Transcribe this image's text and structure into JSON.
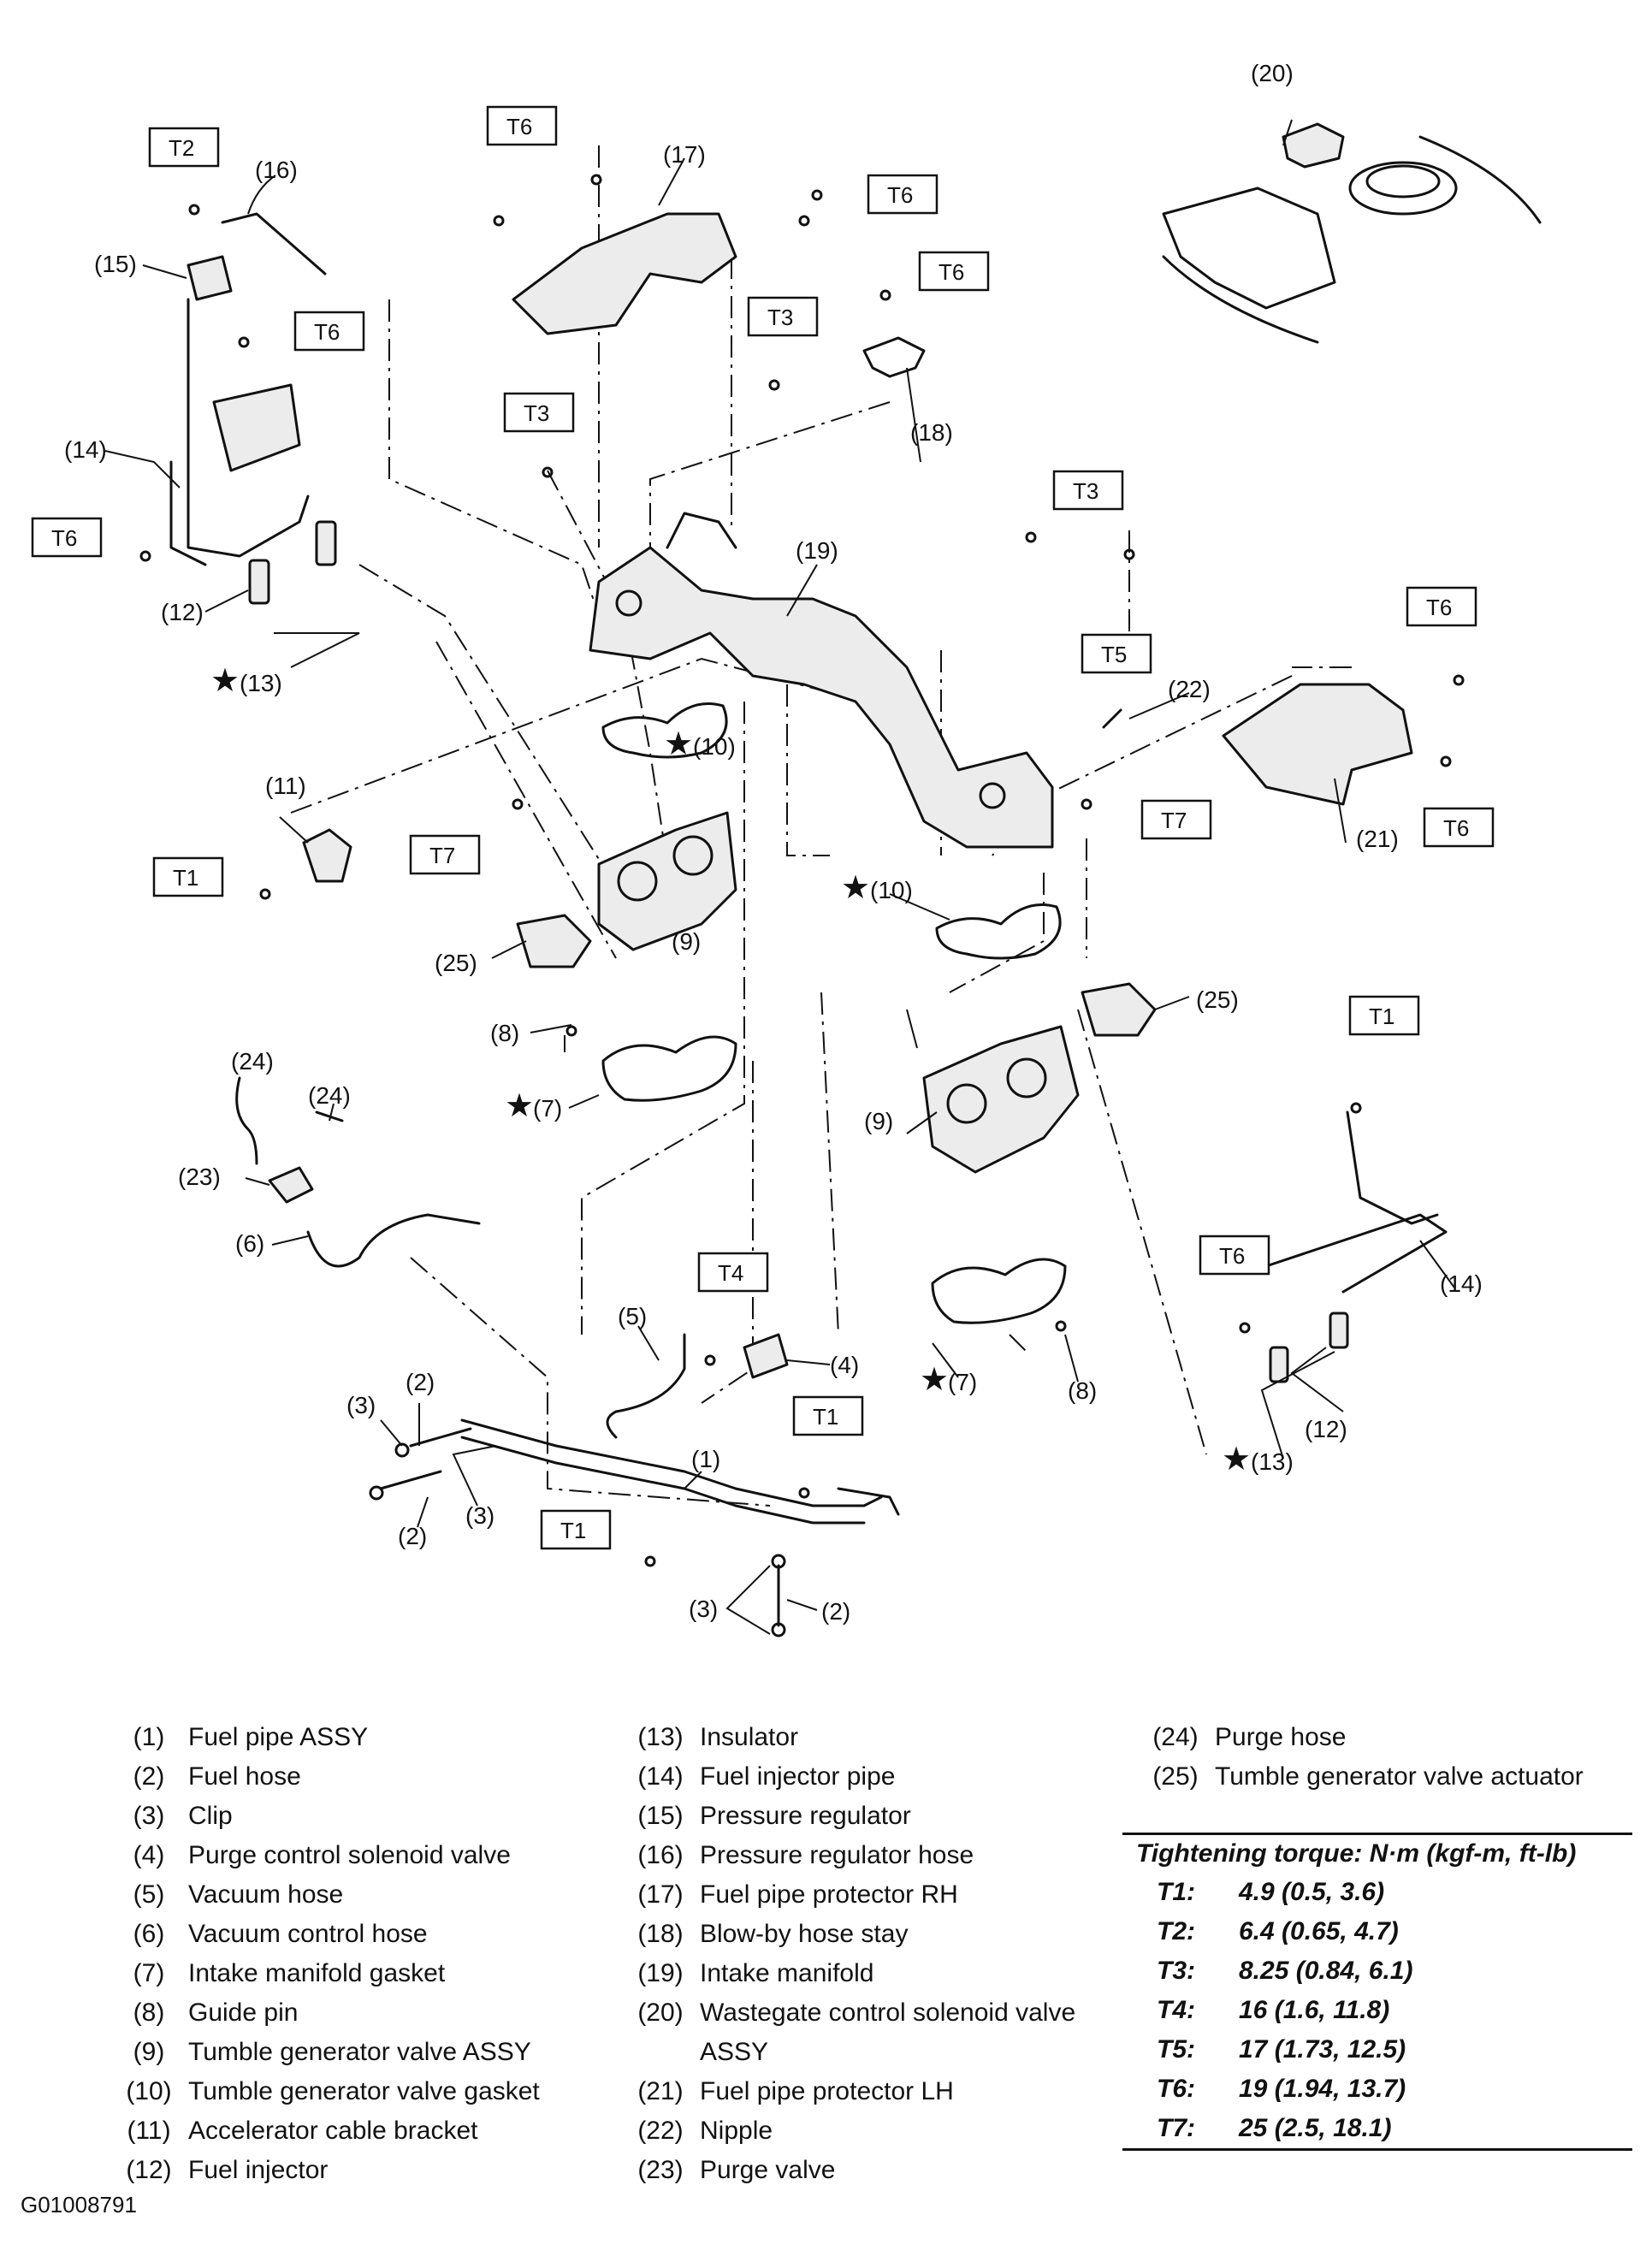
{
  "callouts": {
    "c1": "(1)",
    "c2": "(2)",
    "c3": "(3)",
    "c4": "(4)",
    "c5": "(5)",
    "c6": "(6)",
    "c7": "(7)",
    "c8": "(8)",
    "c9": "(9)",
    "c10": "(10)",
    "c11": "(11)",
    "c12": "(12)",
    "c13": "(13)",
    "c14": "(14)",
    "c15": "(15)",
    "c16": "(16)",
    "c17": "(17)",
    "c18": "(18)",
    "c19": "(19)",
    "c20": "(20)",
    "c21": "(21)",
    "c22": "(22)",
    "c23": "(23)",
    "c24": "(24)",
    "c25": "(25)"
  },
  "torque_tags": {
    "t1": "T1",
    "t2": "T2",
    "t3": "T3",
    "t4": "T4",
    "t5": "T5",
    "t6": "T6",
    "t7": "T7"
  },
  "star_symbol": "★",
  "legend": [
    {
      "num": "(1)",
      "name": "Fuel pipe ASSY"
    },
    {
      "num": "(2)",
      "name": "Fuel hose"
    },
    {
      "num": "(3)",
      "name": "Clip"
    },
    {
      "num": "(4)",
      "name": "Purge control solenoid valve"
    },
    {
      "num": "(5)",
      "name": "Vacuum hose"
    },
    {
      "num": "(6)",
      "name": "Vacuum control hose"
    },
    {
      "num": "(7)",
      "name": "Intake manifold gasket"
    },
    {
      "num": "(8)",
      "name": "Guide pin"
    },
    {
      "num": "(9)",
      "name": "Tumble generator valve ASSY"
    },
    {
      "num": "(10)",
      "name": "Tumble generator valve gasket"
    },
    {
      "num": "(11)",
      "name": "Accelerator cable bracket"
    },
    {
      "num": "(12)",
      "name": "Fuel injector"
    },
    {
      "num": "(13)",
      "name": "Insulator"
    },
    {
      "num": "(14)",
      "name": "Fuel injector pipe"
    },
    {
      "num": "(15)",
      "name": "Pressure regulator"
    },
    {
      "num": "(16)",
      "name": "Pressure regulator hose"
    },
    {
      "num": "(17)",
      "name": "Fuel pipe protector RH"
    },
    {
      "num": "(18)",
      "name": "Blow-by hose stay"
    },
    {
      "num": "(19)",
      "name": "Intake manifold"
    },
    {
      "num": "(20)",
      "name": "Wastegate control solenoid valve"
    },
    {
      "num": "",
      "name": "ASSY"
    },
    {
      "num": "(21)",
      "name": "Fuel pipe protector LH"
    },
    {
      "num": "(22)",
      "name": "Nipple"
    },
    {
      "num": "(23)",
      "name": "Purge valve"
    },
    {
      "num": "(24)",
      "name": "Purge hose"
    },
    {
      "num": "(25)",
      "name": "Tumble generator valve actuator"
    }
  ],
  "torque_table": {
    "title": "Tightening torque: N·m (kgf-m, ft-lb)",
    "rows": [
      {
        "key": "T1:",
        "value": "4.9 (0.5, 3.6)"
      },
      {
        "key": "T2:",
        "value": "6.4 (0.65, 4.7)"
      },
      {
        "key": "T3:",
        "value": "8.25 (0.84, 6.1)"
      },
      {
        "key": "T4:",
        "value": "16 (1.6, 11.8)"
      },
      {
        "key": "T5:",
        "value": "17 (1.73, 12.5)"
      },
      {
        "key": "T6:",
        "value": "19 (1.94, 13.7)"
      },
      {
        "key": "T7:",
        "value": "25 (2.5, 18.1)"
      }
    ]
  },
  "figure_id": "G01008791"
}
